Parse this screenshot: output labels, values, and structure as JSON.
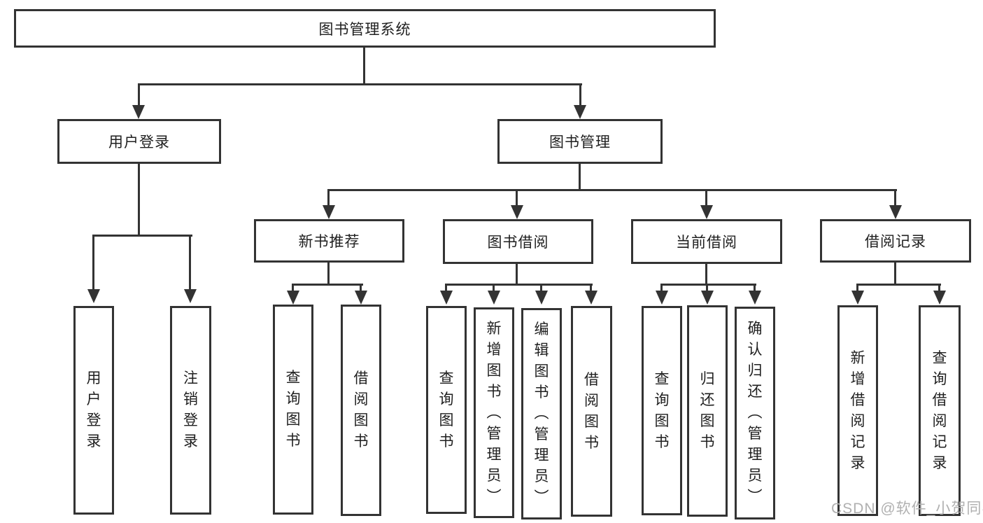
{
  "diagram": {
    "root": {
      "label": "图书管理系统"
    },
    "level2": [
      {
        "label": "用户登录"
      },
      {
        "label": "图书管理"
      }
    ],
    "level3": [
      {
        "label": "新书推荐",
        "parent": "图书管理"
      },
      {
        "label": "图书借阅",
        "parent": "图书管理"
      },
      {
        "label": "当前借阅",
        "parent": "图书管理"
      },
      {
        "label": "借阅记录",
        "parent": "图书管理"
      }
    ],
    "leaves": [
      {
        "label": "用户登录",
        "parent": "用户登录"
      },
      {
        "label": "注销登录",
        "parent": "用户登录"
      },
      {
        "label": "查询图书",
        "parent": "新书推荐"
      },
      {
        "label": "借阅图书",
        "parent": "新书推荐"
      },
      {
        "label": "查询图书",
        "parent": "图书借阅"
      },
      {
        "label": "新增图书（管理员）",
        "parent": "图书借阅"
      },
      {
        "label": "编辑图书（管理员）",
        "parent": "图书借阅"
      },
      {
        "label": "借阅图书",
        "parent": "图书借阅"
      },
      {
        "label": "查询图书",
        "parent": "当前借阅"
      },
      {
        "label": "归还图书",
        "parent": "当前借阅"
      },
      {
        "label": "确认归还（管理员）",
        "parent": "当前借阅"
      },
      {
        "label": "新增借阅记录",
        "parent": "借阅记录"
      },
      {
        "label": "查询借阅记录",
        "parent": "借阅记录"
      }
    ],
    "colors": {
      "line": "#333333",
      "text": "#1f1f1f",
      "watermark": "#b0b0b0"
    }
  },
  "watermark": {
    "text": "CSDN @软件_小贺同学"
  }
}
